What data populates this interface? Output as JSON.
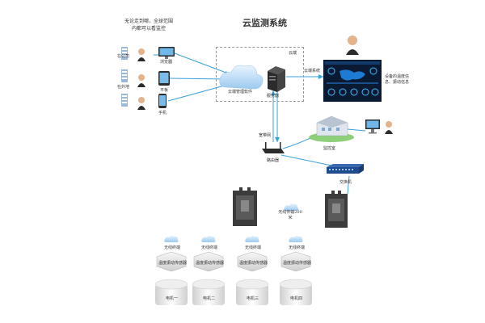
{
  "title": "云监测系统",
  "note": "无论走到哪，全球范围内都可以看监控",
  "cloud_tag": "云端",
  "people": [
    "在公司",
    "在外地"
  ],
  "devices": {
    "browser": "浏览器",
    "tablet": "平板",
    "phone": "手机"
  },
  "cloud_software": "云端管理软件",
  "server": "服务器",
  "cloud_sys": "云端系统",
  "dashboard_note": "设备的温度信息、振动信息",
  "broadband": "宽带网",
  "router": "路由器",
  "monitor_room": "监控室",
  "switch": "交换机",
  "wireless": "无线传输200米",
  "sensor_pairs": [
    {
      "tx": "无线终端",
      "sensor": "温度振动传感器",
      "motor": "电机一"
    },
    {
      "tx": "无线终端",
      "sensor": "温度振动传感器",
      "motor": "电机二"
    },
    {
      "tx": "无线终端",
      "sensor": "温度振动传感器",
      "motor": "电机三"
    },
    {
      "tx": "无线终端",
      "sensor": "温度振动传感器",
      "motor": "电机四"
    }
  ],
  "colors": {
    "link": "#3aa0d8",
    "accent_green": "#2fa35a",
    "dark": "#2b2b2b",
    "screen": "#0a1a33"
  }
}
